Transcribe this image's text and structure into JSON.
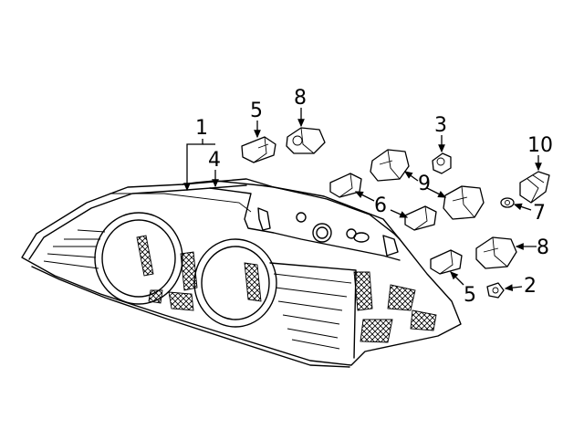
{
  "callouts": {
    "c1": "1",
    "c4": "4",
    "c5a": "5",
    "c8a": "8",
    "c3": "3",
    "c10": "10",
    "c9": "9",
    "c6": "6",
    "c7": "7",
    "c8b": "8",
    "c5b": "5",
    "c2": "2"
  },
  "colors": {
    "line": "#000000",
    "background": "#ffffff"
  }
}
